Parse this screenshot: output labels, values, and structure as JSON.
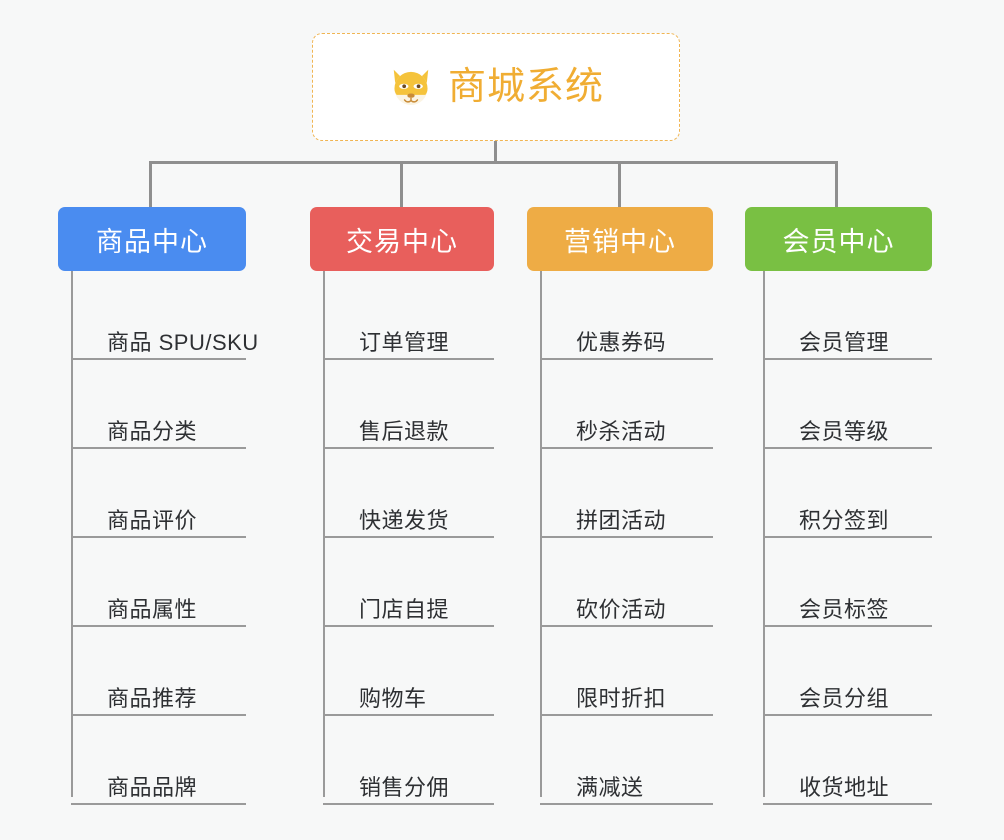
{
  "diagram": {
    "type": "mindmap-org-chart",
    "background_color": "#f7f8f8",
    "line_color": "#8f8f8f",
    "root": {
      "title": "商城系统",
      "icon": "shiba-dog-icon",
      "text_color": "#f0ad33",
      "border_color": "#f0b553",
      "background_color": "#ffffff"
    },
    "branches": [
      {
        "title": "商品中心",
        "color": "#4a8cf0",
        "text_color": "#ffffff",
        "items": [
          "商品 SPU/SKU",
          "商品分类",
          "商品评价",
          "商品属性",
          "商品推荐",
          "商品品牌"
        ]
      },
      {
        "title": "交易中心",
        "color": "#e85f5c",
        "text_color": "#ffffff",
        "items": [
          "订单管理",
          "售后退款",
          "快递发货",
          "门店自提",
          "购物车",
          "销售分佣"
        ]
      },
      {
        "title": "营销中心",
        "color": "#eeac45",
        "text_color": "#ffffff",
        "items": [
          "优惠券码",
          "秒杀活动",
          "拼团活动",
          "砍价活动",
          "限时折扣",
          "满减送"
        ]
      },
      {
        "title": "会员中心",
        "color": "#79c043",
        "text_color": "#ffffff",
        "items": [
          "会员管理",
          "会员等级",
          "积分签到",
          "会员标签",
          "会员分组",
          "收货地址"
        ]
      }
    ]
  }
}
